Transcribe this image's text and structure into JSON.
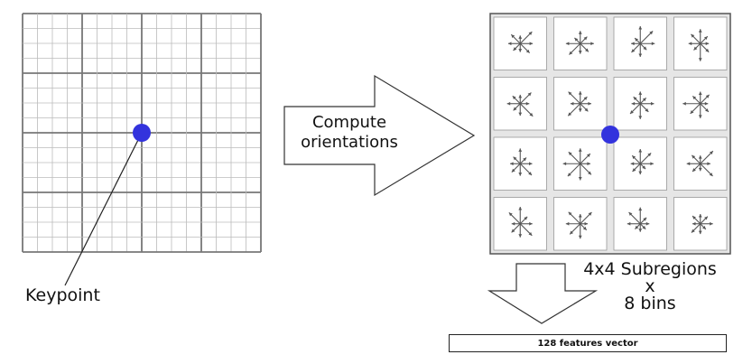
{
  "left_grid": {
    "cells": 4,
    "subdivisions": 4,
    "keypoint_label": "Keypoint"
  },
  "arrow": {
    "line1": "Compute",
    "line2": "orientations"
  },
  "right_grid": {
    "cells": 4
  },
  "summary": {
    "line1": "4x4 Subregions",
    "line2": "x",
    "line3": "8 bins"
  },
  "vector_label": "128 features vector",
  "colors": {
    "keypoint": "#3333dd",
    "grid_major": "#777777",
    "grid_minor": "#bbbbbb",
    "cell_border": "#555555"
  }
}
